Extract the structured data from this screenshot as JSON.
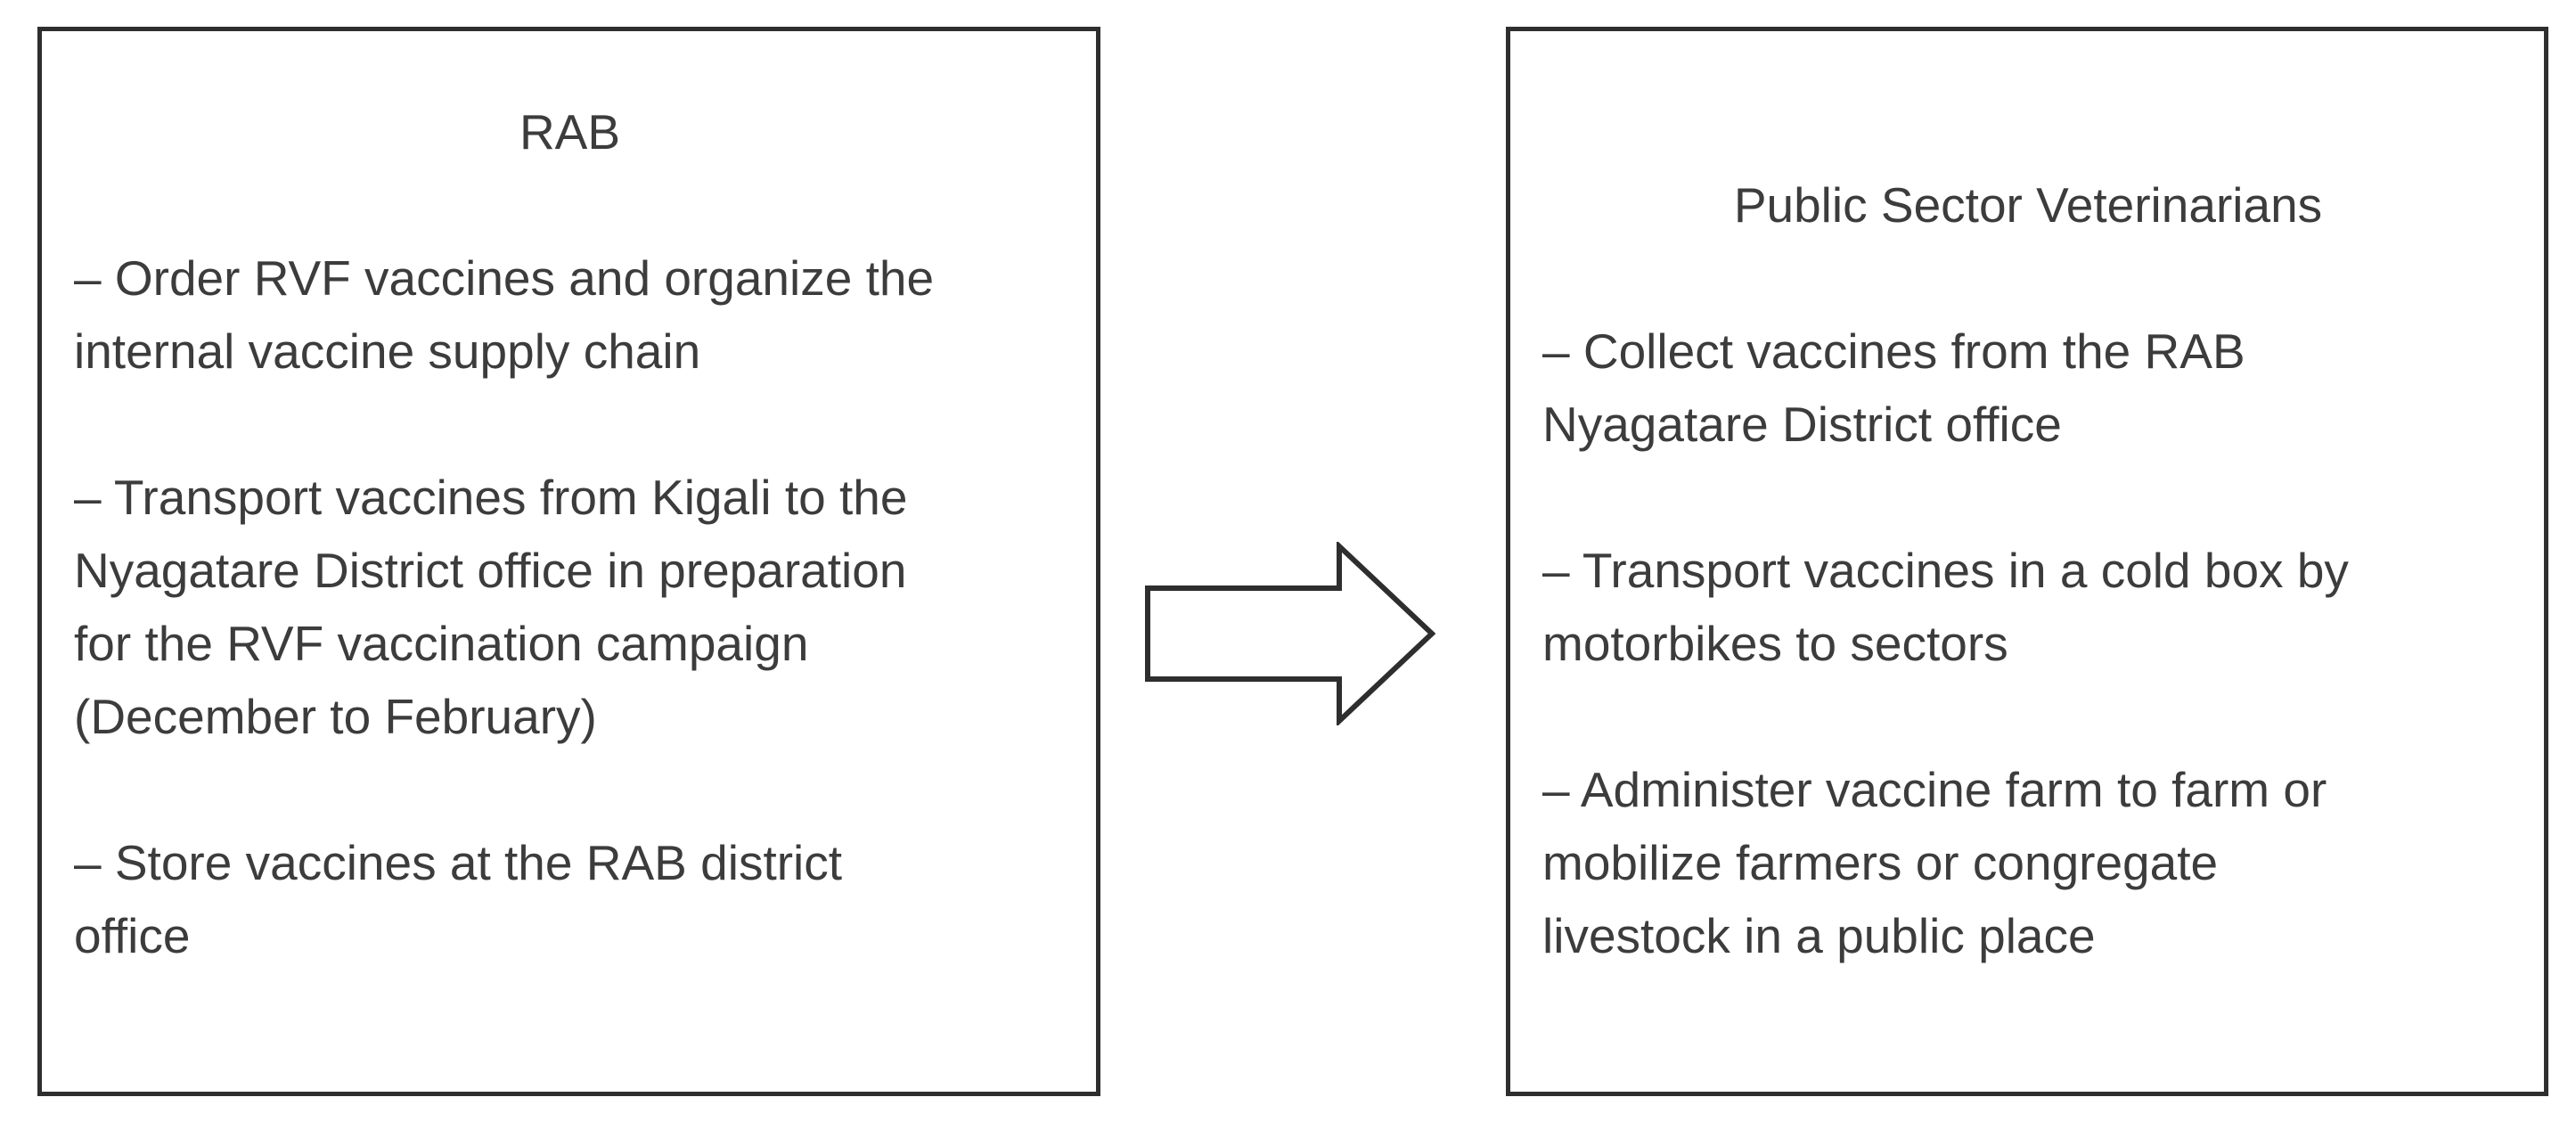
{
  "diagram": {
    "title": "RVF vaccine distribution flow",
    "colors": {
      "background": "#ffffff",
      "border": "#2e2e2e",
      "text": "#3c3c3c"
    },
    "arrow": {
      "name": "right-arrow",
      "direction": "right"
    },
    "boxes": [
      {
        "title": "RAB",
        "items": [
          "– Order RVF vaccines and organize the\ninternal vaccine supply chain",
          "– Transport vaccines from Kigali to the\nNyagatare District office in preparation\nfor the RVF vaccination campaign\n(December to February)",
          "– Store vaccines at the RAB district\noffice"
        ]
      },
      {
        "title": "Public Sector Veterinarians",
        "items": [
          "– Collect vaccines from the RAB\nNyagatare District office",
          "– Transport vaccines in a cold box by\nmotorbikes to sectors",
          "– Administer vaccine farm to farm or\nmobilize farmers or congregate\nlivestock in a public place"
        ]
      }
    ]
  }
}
